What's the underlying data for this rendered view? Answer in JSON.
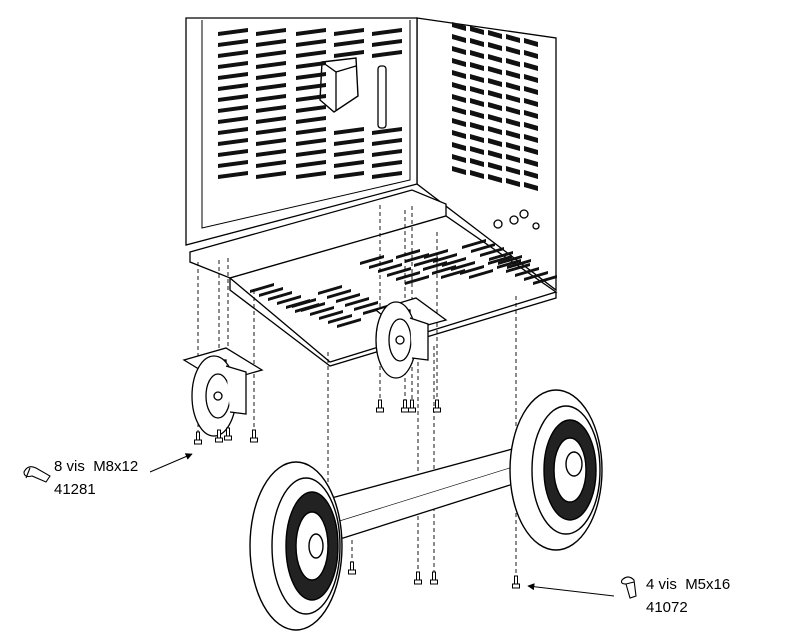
{
  "diagram": {
    "callouts": [
      {
        "quantity_label": "8 vis",
        "size_label": "M8x12",
        "part_number": "41281"
      },
      {
        "quantity_label": "4 vis",
        "size_label": "M5x16",
        "part_number": "41072"
      }
    ]
  }
}
